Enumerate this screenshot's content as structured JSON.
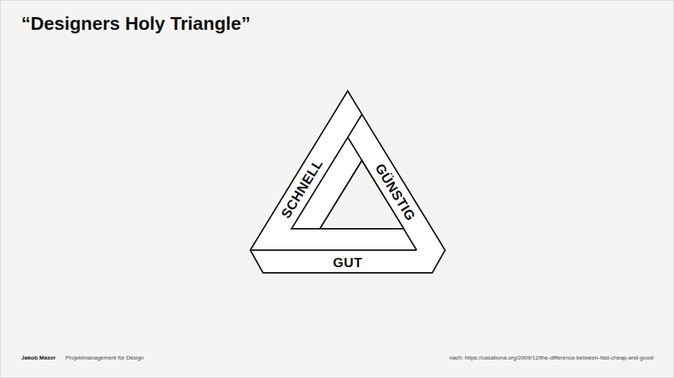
{
  "diagram": {
    "title": "“Designers Holy Triangle”",
    "nodes": [
      {
        "text": [
          "SCHNELL"
        ]
      },
      {
        "text": [
          "GÜNSTIG"
        ]
      },
      {
        "text": [
          "GUT"
        ]
      }
    ],
    "labels": [
      "Jakob Maser",
      "Projektmanagement für Design",
      "nach: https://casabona.org/2009/12/the-difference-between-fast-cheap-and-good/"
    ]
  }
}
